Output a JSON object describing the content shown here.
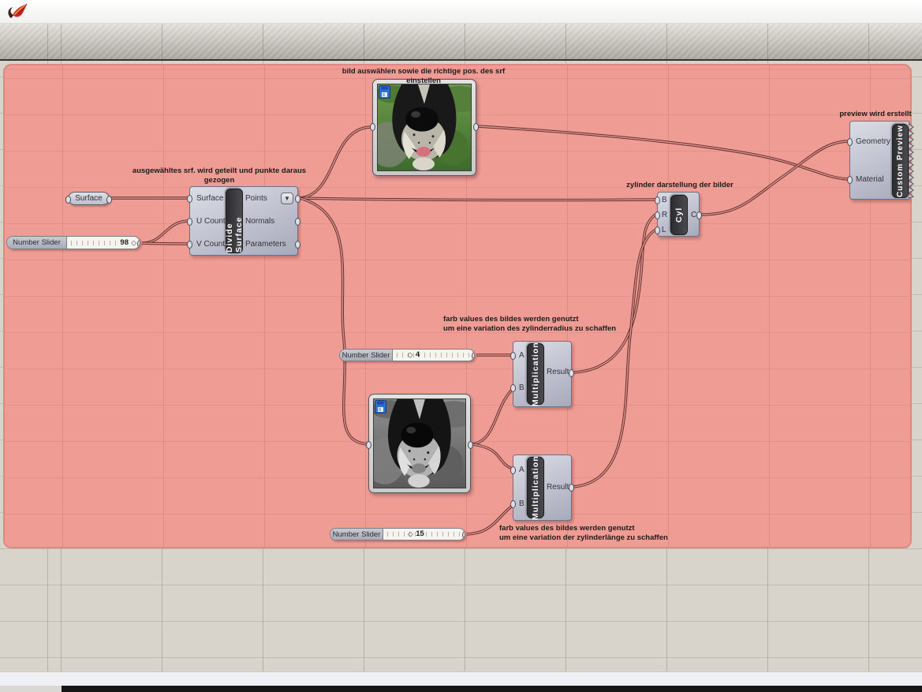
{
  "topbar": {
    "logo_icon": "grasshopper-logo"
  },
  "annotations": {
    "image_select": "bild auswählen sowie die richtige pos. des srf einstellen",
    "divide": "ausgewähltes srf. wird geteilt und punkte daraus gezogen",
    "cylinder": "zylinder darstellung der bilder",
    "preview": "preview wird erstellt",
    "radius": "farb values des bildes werden genutzt\num eine variation des zylinderradius zu schaffen",
    "length": "farb values des bildes werden genutzt\num eine variation der zylinderlänge zu schaffen"
  },
  "nodes": {
    "surface_param": {
      "label": "Surface"
    },
    "slider_count": {
      "label": "Number Slider",
      "value": "98",
      "grip": "◇"
    },
    "slider_radius": {
      "label": "Number Slider",
      "value": "4",
      "grip": "◇"
    },
    "slider_length": {
      "label": "Number Slider",
      "value": "15",
      "grip": "◇"
    },
    "divide_surface": {
      "name": "Divide Surface",
      "inputs": [
        "Surface",
        "U Count",
        "V Count"
      ],
      "outputs": [
        "Points",
        "Normals",
        "Parameters"
      ],
      "principal_icon": "▼"
    },
    "multiply_radius": {
      "name": "Multiplication",
      "inputs": [
        "A",
        "B"
      ],
      "outputs": [
        "Result"
      ]
    },
    "multiply_length": {
      "name": "Multiplication",
      "inputs": [
        "A",
        "B"
      ],
      "outputs": [
        "Result"
      ]
    },
    "cylinder": {
      "name": "Cyl",
      "inputs": [
        "B",
        "R",
        "L"
      ],
      "outputs": [
        "C"
      ]
    },
    "custom_preview": {
      "name": "Custom Preview",
      "inputs": [
        "Geometry",
        "Material"
      ]
    },
    "image_top": {
      "icon": "bitmap-file-icon"
    },
    "image_bottom": {
      "icon": "bitmap-file-icon"
    }
  },
  "colors": {
    "group": "#ef9c95",
    "wire": "#6e2d2b",
    "canvas": "#d8d4cb",
    "capsule": "#3a3a3c",
    "bitmap_icon_blue": "#2f6fd0"
  }
}
